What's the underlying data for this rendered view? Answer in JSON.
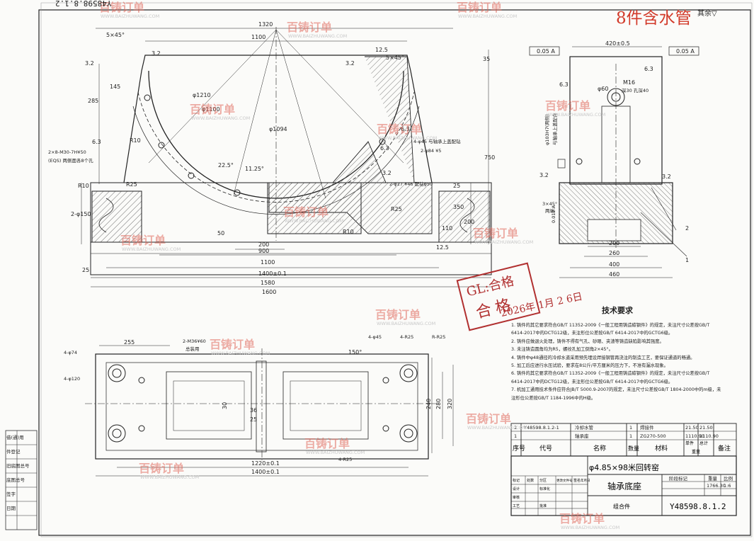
{
  "drawing_number_top": "Y48598.8.1.2",
  "handwritten_note": "8件含水管",
  "roughness_other": "其余",
  "watermark": {
    "brand": "百铸订单",
    "url": "WWW.BAIZHUWANG.COM"
  },
  "front_view_dims": [
    "1320",
    "1100",
    "5×45°",
    "5×45°",
    "12.5",
    "3.2",
    "3.2",
    "3.2",
    "285",
    "145",
    "R10",
    "R10",
    "R25",
    "R25",
    "25",
    "25",
    "12.5",
    "200",
    "900",
    "1100",
    "1400±0.1",
    "1580",
    "1600",
    "2-φ150",
    "350",
    "200",
    "110",
    "750",
    "35",
    "50",
    "6.3",
    "6.3",
    "6.3",
    "3.2",
    "22.5°",
    "11.25°",
    "R10"
  ],
  "front_view_notes": [
    "2×8-M30-7H¥50",
    "(EQS) 两侧面各8个孔",
    "4-φ45 与轴承上盖配钻",
    "2-φ84 ¥5",
    "2-φ17 ¥46 配钻φ50",
    "φ1210",
    "φ1100",
    "φ1094"
  ],
  "side_view_dims": [
    "420±0.5",
    "0.05 A",
    "0.05 A",
    "M16",
    "深30 孔深40",
    "φ60",
    "φ103H7(两侧)",
    "与轴承上盖配合",
    "3×45°",
    "两端",
    "0.012 A",
    "200",
    "260",
    "400",
    "460",
    "6.3",
    "6.3",
    "3.2",
    "3.2"
  ],
  "plan_view_dims": [
    "255",
    "4-φ74",
    "4-φ120",
    "2-M36¥60",
    "总装用",
    "150°",
    "4-φ45",
    "4-R25",
    "R-R25",
    "36",
    "25",
    "30",
    "240",
    "280",
    "320",
    "1220±0.1",
    "1400±0.1",
    "4-R25"
  ],
  "leaders": [
    "1",
    "2"
  ],
  "technical_requirements_title": "技术要求",
  "technical_requirements": [
    "1. 铸件的其它要求符合GB/T 11352-2009《一般工程用铸造碳钢件》的规定，未注尺寸公差按GB/T 6414-2017中的DCTG12级，未注形位公差按GB/T 6414-2017中的GCTG6级。",
    "2. 铸件应做退火处理，铸件不得有气孔、砂眼、夹渣等铸造缺陷影响其强度。",
    "3. 未注铸造圆角均为R5，螺纹孔加工倒角2×45°。",
    "4. 铸件中φ48通径的冷却水道采用预先埋设焊接钢管再浇注的制造工艺，要保证通道的畅通。",
    "5. 加工后应进行水压试验，要求在8公斤/平方厘米的压力下，不准有漏水现象。",
    "6. 铸件的其它要求符合GB/T 11352-2009《一般工程用铸造碳钢件》的规定，未注尺寸公差按GB/T 6414-2017中的DCTG12级，未注形位公差按GB/T 6414-2017中的GCTG6级。",
    "7. 机加工通用技术条件应符合JB/T 5000.9-2007的规定，未注尺寸公差按GB/T 1804-2000中的m级，未注形位公差按GB/T 1184-1996中的H级。"
  ],
  "stamp": {
    "code": "GL:合格",
    "word": "合格",
    "date": "2026年 1月 2 6日"
  },
  "bom": {
    "headers": [
      "序号",
      "代号",
      "名称",
      "数量",
      "材料",
      "单件",
      "总计",
      "重量",
      "备注"
    ],
    "rows": [
      {
        "no": "2",
        "code": "Y48598.8.1.2-1",
        "name": "冷却水管",
        "qty": "1",
        "material": "焊接件",
        "unit": "21.50",
        "total": "21.50"
      },
      {
        "no": "1",
        "code": "",
        "name": "轴承座",
        "qty": "1",
        "material": "ZG270-500",
        "unit": "1110.90",
        "total": "1110.90"
      }
    ]
  },
  "title_block": {
    "project": "φ4.85×98米回转窑",
    "part_name": "轴承底座",
    "subtitle": "组合件",
    "drawing_no": "Y48598.8.1.2",
    "stage_label": "阶段标记",
    "weight_label": "重量",
    "scale_label": "比例",
    "weight": "1766.30",
    "scale": "1:6",
    "left_labels": [
      "标记",
      "处数",
      "分区",
      "更改文件号",
      "签名",
      "年月日",
      "设计",
      "标准化",
      "审核",
      "工艺",
      "批准"
    ]
  },
  "left_strip_labels": [
    "借(通)用",
    "件登记",
    "旧底图总号",
    "底图总号",
    "签字",
    "日期"
  ]
}
